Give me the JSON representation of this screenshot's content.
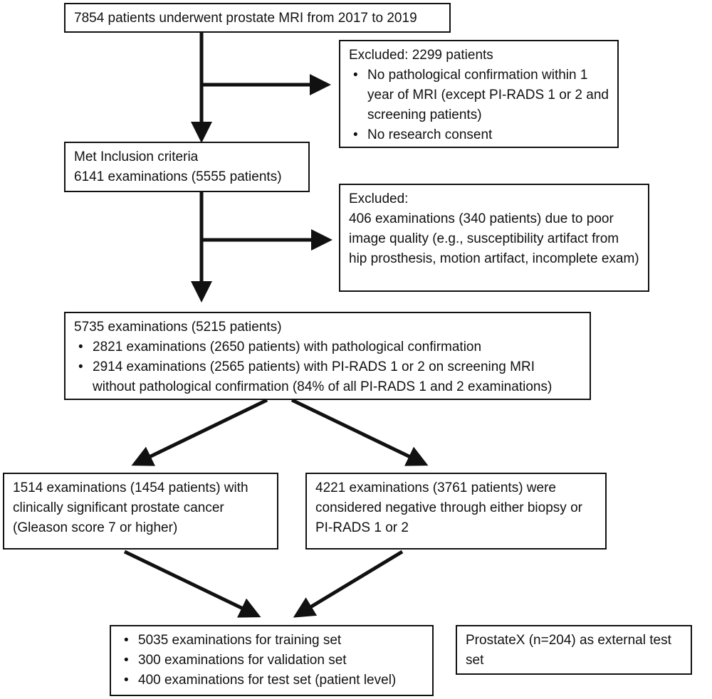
{
  "flowchart": {
    "start": {
      "text": "7854 patients underwent prostate MRI from 2017 to 2019"
    },
    "exclusion1": {
      "title": "Excluded: 2299 patients",
      "bullets": [
        "No pathological confirmation within 1 year of MRI (except PI-RADS 1 or 2 and screening patients)",
        "No research consent"
      ]
    },
    "inclusion": {
      "line1": "Met Inclusion criteria",
      "line2": "6141 examinations (5555 patients)"
    },
    "exclusion2": {
      "title": "Excluded:",
      "text": "406 examinations (340 patients) due to poor image quality (e.g., susceptibility artifact from hip prosthesis, motion artifact, incomplete exam)"
    },
    "cohort": {
      "title": "5735 examinations (5215 patients)",
      "bullets": [
        "2821 examinations (2650 patients) with pathological confirmation",
        "2914 examinations (2565 patients) with PI-RADS 1 or 2 on screening MRI without pathological confirmation (84% of all PI-RADS 1 and 2 examinations)"
      ]
    },
    "positive": {
      "text": "1514 examinations (1454 patients) with clinically significant prostate cancer (Gleason score 7 or higher)"
    },
    "negative": {
      "text": "4221 examinations (3761 patients) were considered negative through either biopsy or PI-RADS 1 or 2"
    },
    "splits": {
      "bullets": [
        "5035 examinations for training set",
        "300 examinations for validation set",
        "400 examinations for test set (patient level)"
      ]
    },
    "external": {
      "text": "ProstateX (n=204) as external test set"
    }
  }
}
